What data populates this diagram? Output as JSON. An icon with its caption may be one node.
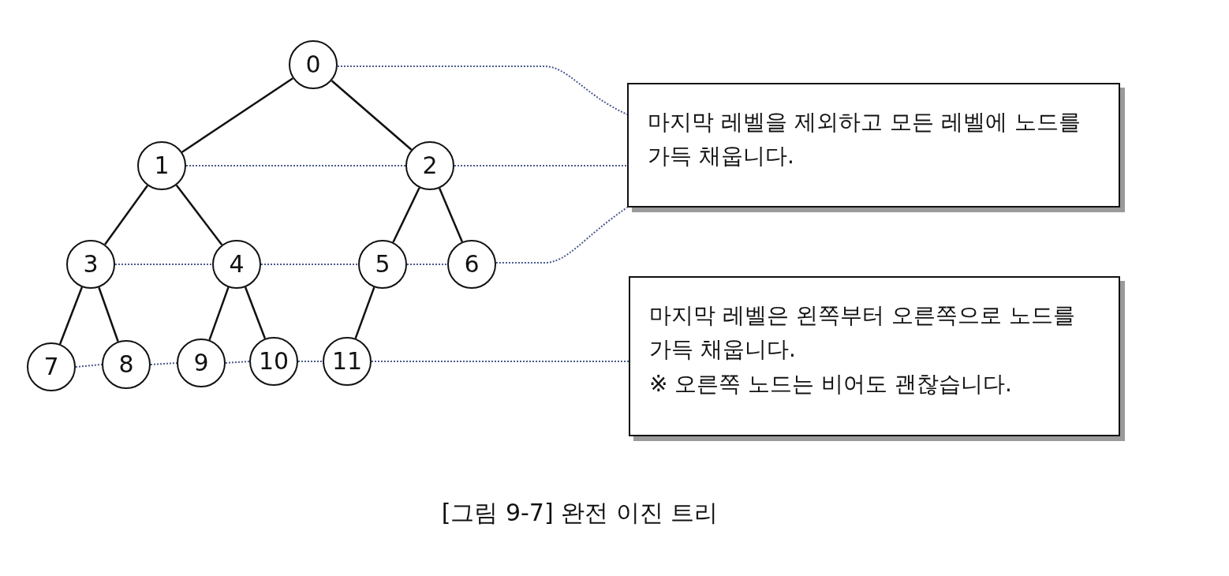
{
  "diagram": {
    "caption": "[그림 9-7] 완전 이진 트리",
    "nodes": [
      {
        "text": [
          "0"
        ]
      },
      {
        "text": [
          "1"
        ]
      },
      {
        "text": [
          "2"
        ]
      },
      {
        "text": [
          "3"
        ]
      },
      {
        "text": [
          "4"
        ]
      },
      {
        "text": [
          "5"
        ]
      },
      {
        "text": [
          "6"
        ]
      },
      {
        "text": [
          "7"
        ]
      },
      {
        "text": [
          "8"
        ]
      },
      {
        "text": [
          "9"
        ]
      },
      {
        "text": [
          "10"
        ]
      },
      {
        "text": [
          "11"
        ]
      },
      {
        "text": [
          "마지막 레벨을 제외하고 모든 레벨에 노드를 가득 채웁니다."
        ]
      },
      {
        "text": [
          "마지막 레벨은 왼쪽부터 오른쪽으로 노드를 가득 채웁니다.",
          "※ 오른쪽 노드는 비어도 괜찮습니다."
        ]
      }
    ],
    "edges": [
      {
        "from": 0,
        "to": 1,
        "arrow": "none",
        "color": "#111111"
      },
      {
        "from": 0,
        "to": 2,
        "arrow": "none",
        "color": "#111111"
      },
      {
        "from": 1,
        "to": 3,
        "arrow": "none",
        "color": "#111111"
      },
      {
        "from": 1,
        "to": 4,
        "arrow": "none",
        "color": "#111111"
      },
      {
        "from": 2,
        "to": 5,
        "arrow": "none",
        "color": "#111111"
      },
      {
        "from": 2,
        "to": 6,
        "arrow": "none",
        "color": "#111111"
      },
      {
        "from": 3,
        "to": 7,
        "arrow": "none",
        "color": "#111111"
      },
      {
        "from": 3,
        "to": 8,
        "arrow": "none",
        "color": "#111111"
      },
      {
        "from": 4,
        "to": 9,
        "arrow": "none",
        "color": "#111111"
      },
      {
        "from": 4,
        "to": 10,
        "arrow": "none",
        "color": "#111111"
      },
      {
        "from": 5,
        "to": 11,
        "arrow": "none",
        "color": "#111111"
      },
      {
        "from": 0,
        "to": 12,
        "arrow": "none",
        "style": "dashed"
      },
      {
        "from": 1,
        "to": 2,
        "arrow": "none",
        "style": "dashed"
      },
      {
        "from": 2,
        "to": 12,
        "arrow": "none",
        "style": "dashed"
      },
      {
        "from": 3,
        "to": 4,
        "arrow": "none",
        "style": "dashed"
      },
      {
        "from": 4,
        "to": 5,
        "arrow": "none",
        "style": "dashed"
      },
      {
        "from": 5,
        "to": 6,
        "arrow": "none",
        "style": "dashed"
      },
      {
        "from": 6,
        "to": 12,
        "arrow": "none",
        "style": "dashed"
      },
      {
        "from": 7,
        "to": 8,
        "arrow": "none",
        "style": "dashed"
      },
      {
        "from": 8,
        "to": 9,
        "arrow": "none",
        "style": "dashed"
      },
      {
        "from": 9,
        "to": 10,
        "arrow": "none",
        "style": "dashed"
      },
      {
        "from": 10,
        "to": 11,
        "arrow": "none",
        "style": "dashed"
      },
      {
        "from": 11,
        "to": 13,
        "arrow": "none",
        "style": "dashed"
      }
    ]
  }
}
